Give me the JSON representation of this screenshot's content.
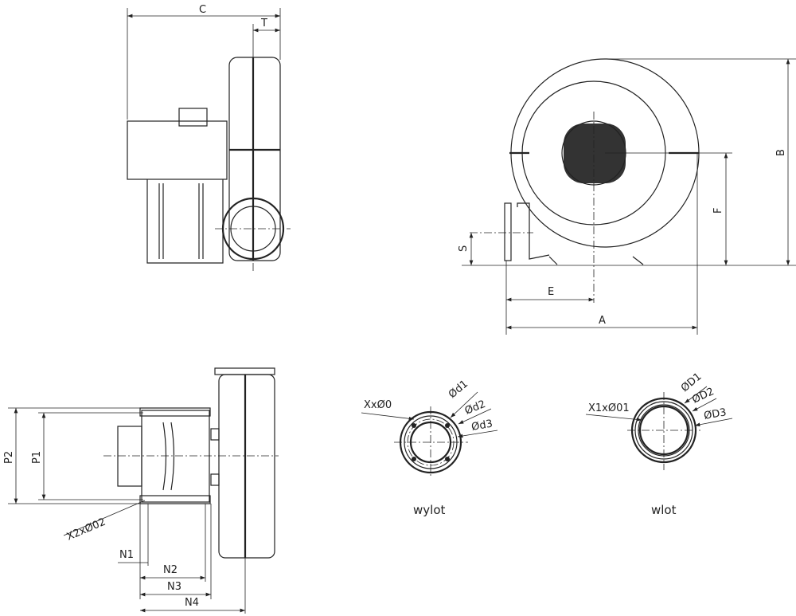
{
  "side_view": {
    "dims": {
      "C": "C",
      "T": "T"
    }
  },
  "front_view": {
    "dims": {
      "B": "B",
      "F": "F",
      "S": "S",
      "E": "E",
      "A": "A"
    }
  },
  "top_view": {
    "dims": {
      "P2": "P2",
      "P1": "P1",
      "holes": "X2xØ02",
      "N1": "N1",
      "N2": "N2",
      "N3": "N3",
      "N4": "N4"
    }
  },
  "outlet": {
    "holes": "XxØ0",
    "d1": "Ød1",
    "d2": "Ød2",
    "d3": "Ød3",
    "caption": "wylot"
  },
  "inlet": {
    "holes": "X1xØ01",
    "D1": "ØD1",
    "D2": "ØD2",
    "D3": "ØD3",
    "caption": "wlot"
  }
}
